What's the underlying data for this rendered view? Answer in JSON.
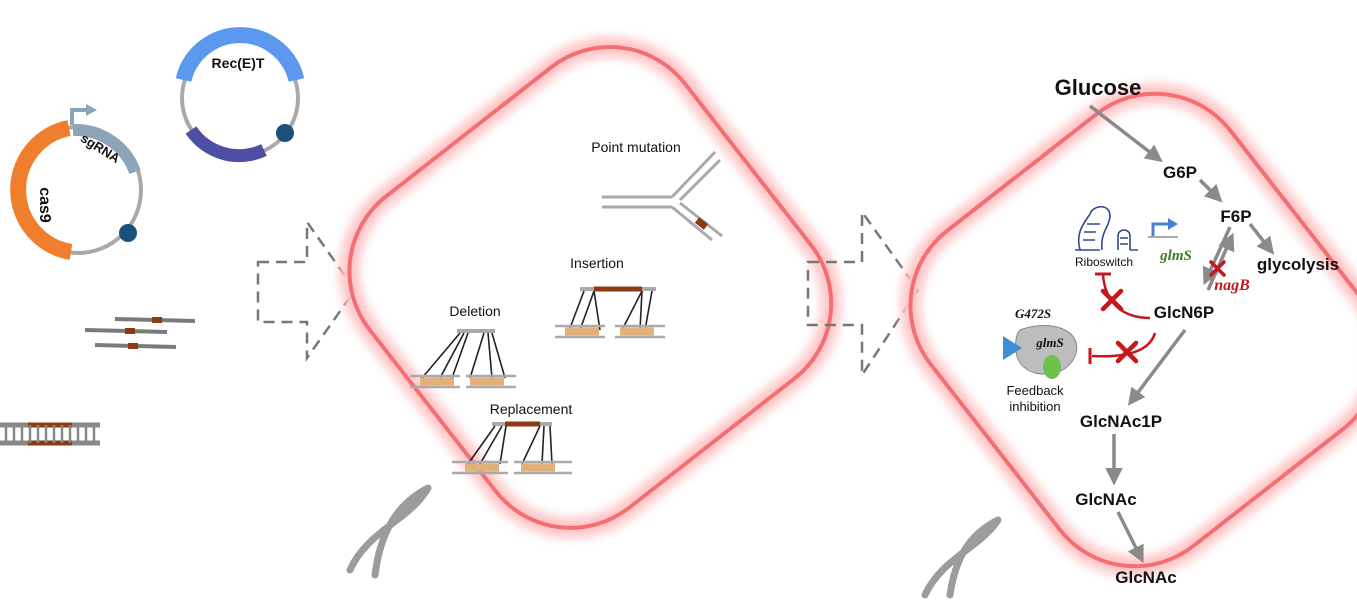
{
  "plasmids": {
    "recet_label": "Rec(E)T",
    "sgrna_label": "sgRNA",
    "cas9_label": "cas9"
  },
  "edits": {
    "point_mutation": "Point mutation",
    "insertion": "Insertion",
    "deletion": "Deletion",
    "replacement": "Replacement"
  },
  "pathway": {
    "glucose": "Glucose",
    "g6p": "G6P",
    "f6p": "F6P",
    "glycolysis": "glycolysis",
    "glcn6p": "GlcN6P",
    "glcnac1p": "GlcNAc1P",
    "glcnac_intracellular": "GlcNAc",
    "glcnac_extracellular": "GlcNAc",
    "glms_gene": "glmS",
    "nagb_gene": "nagB",
    "riboswitch": "Riboswitch",
    "mutation": "G472S",
    "enzyme": "glmS",
    "feedback_line1": "Feedback",
    "feedback_line2": "inhibition"
  },
  "colors": {
    "cell_membrane": "#f46f72",
    "cell_glow": "#ffc4c6",
    "cas9": "#ef7f2d",
    "sgrna": "#8da3b8",
    "recet": "#5b98ee",
    "plasmid_insert": "#4d4fa3",
    "plasmid_ori": "#1c4f7a",
    "dna_mutation": "#8b3a12",
    "homology_arm": "#e2b07a",
    "inhibition_red": "#c8161d",
    "glms_green": "#3b7d23",
    "arrow_gray": "#8a8a8a"
  }
}
